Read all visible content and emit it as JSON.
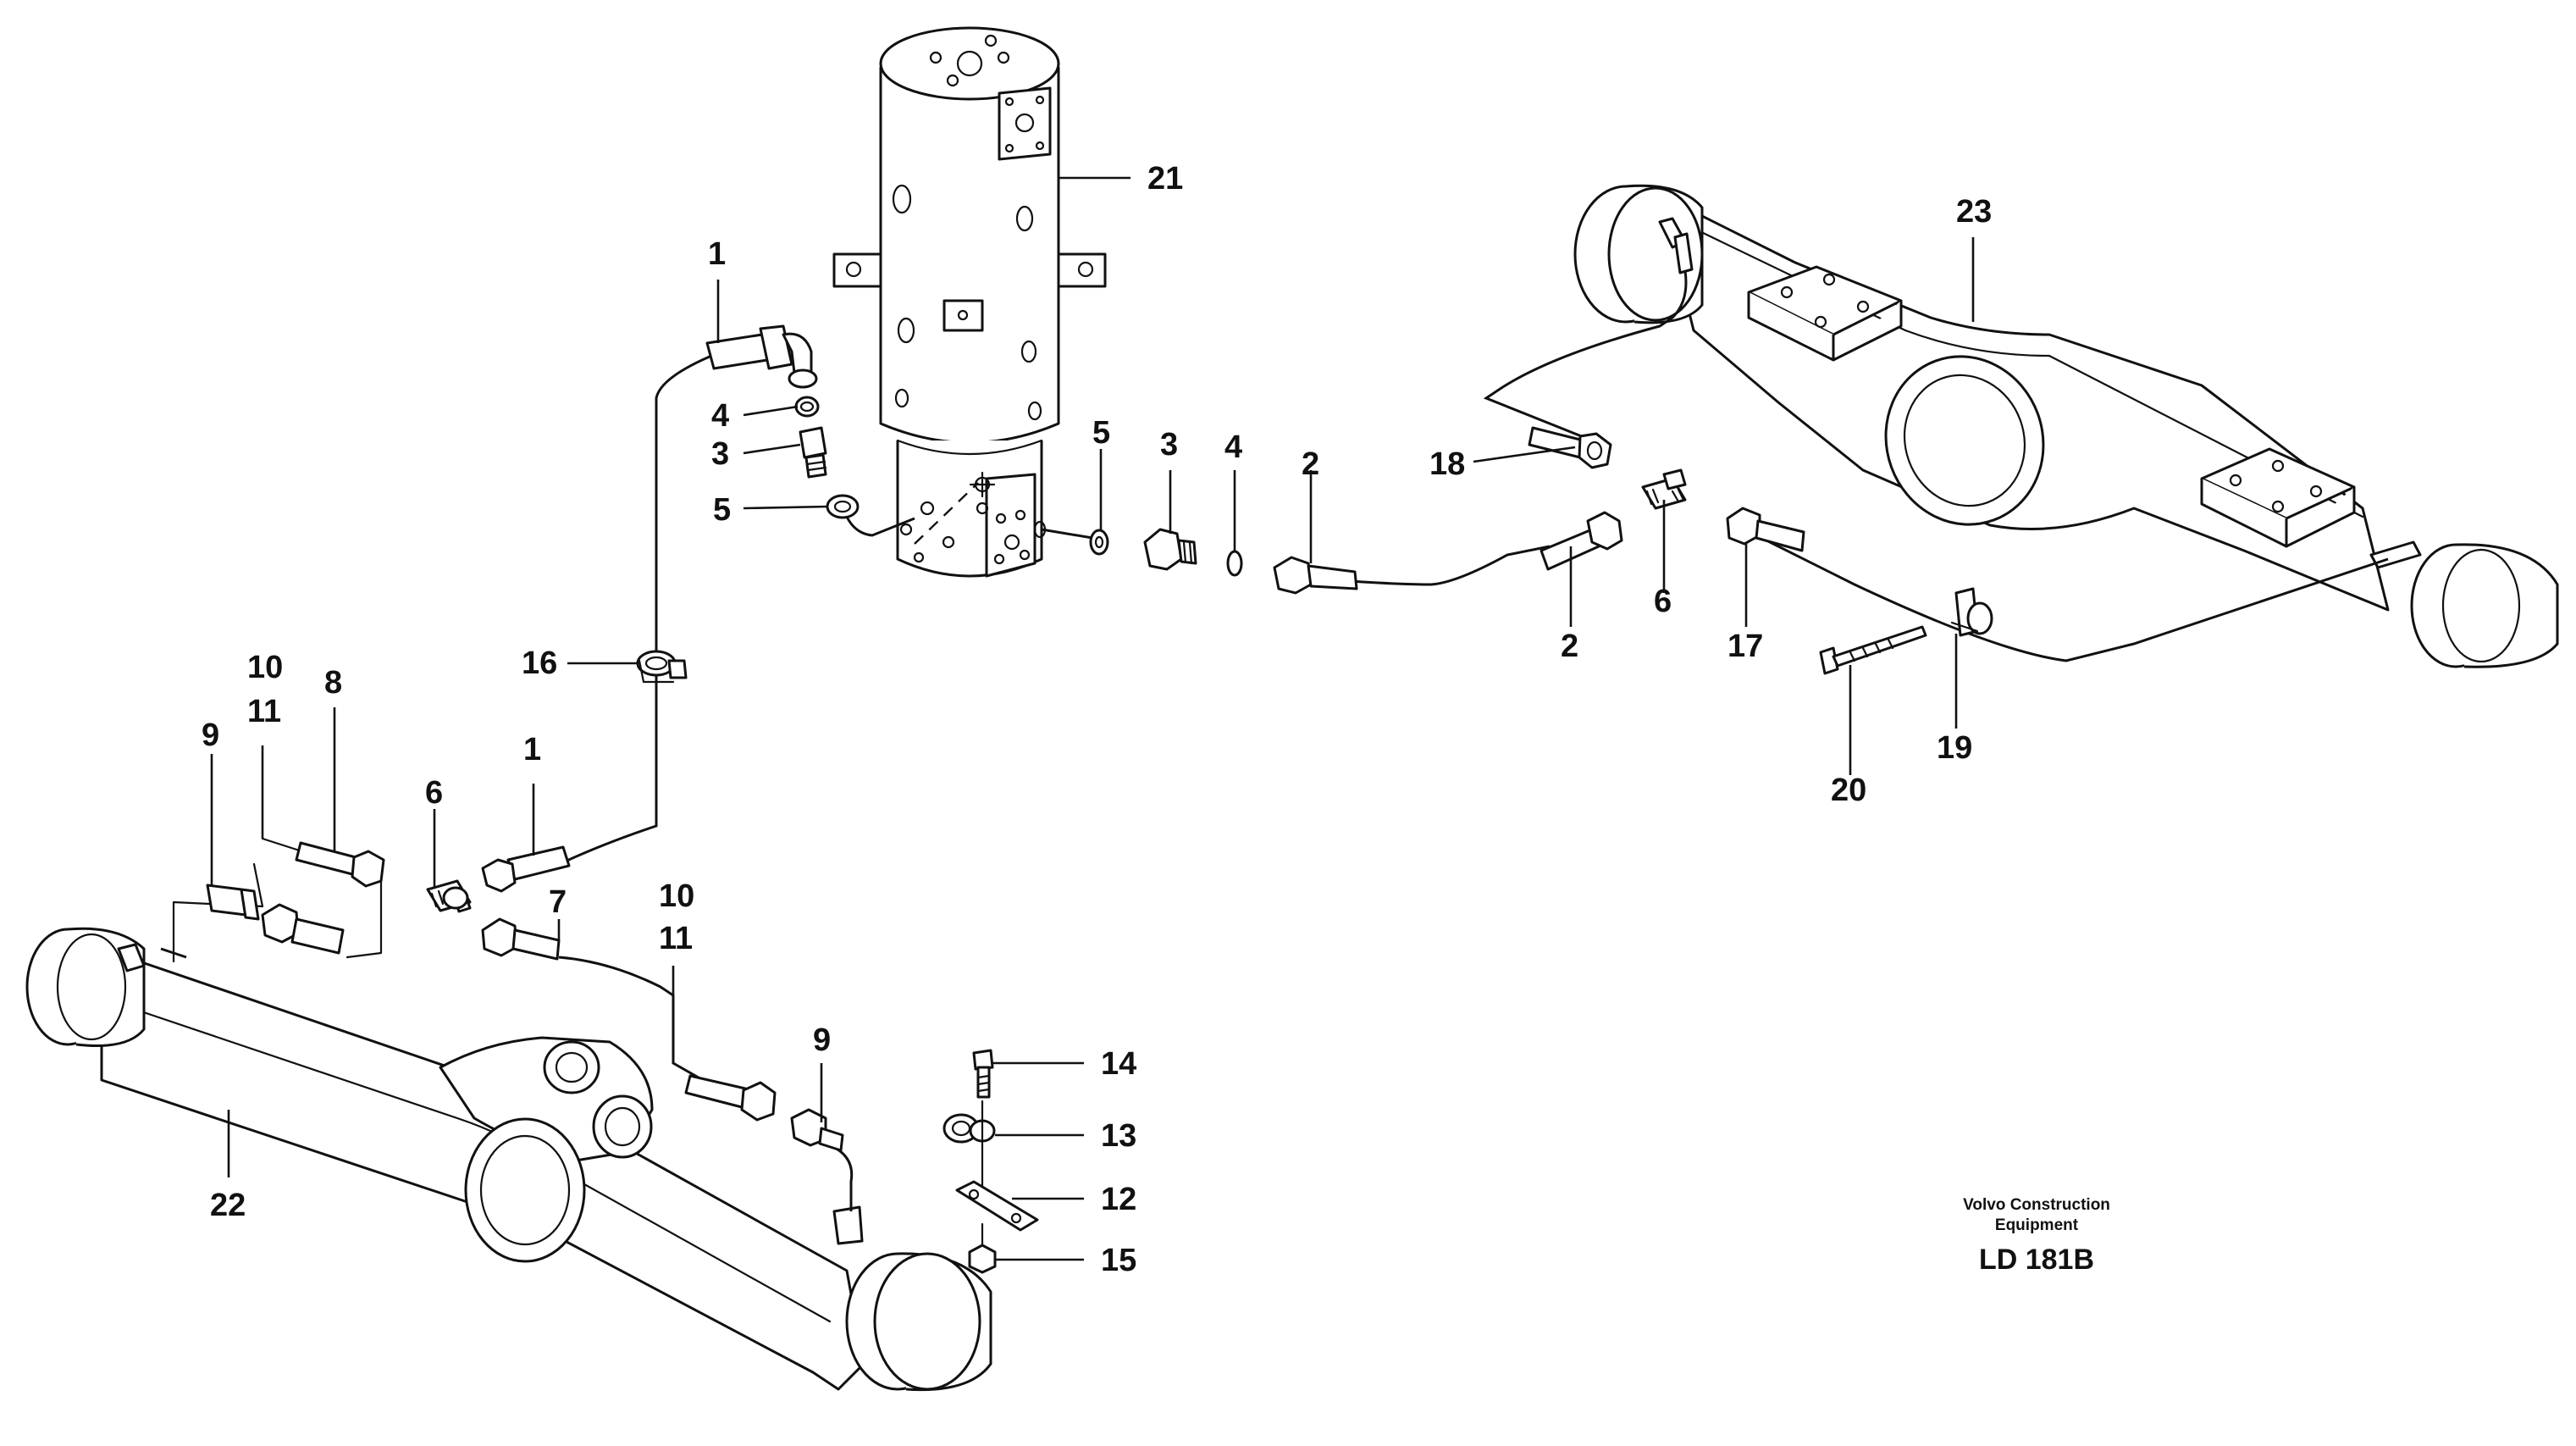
{
  "labels": {
    "l1a": "1",
    "l1b": "1",
    "l2a": "2",
    "l2b": "2",
    "l3a": "3",
    "l3b": "3",
    "l4a": "4",
    "l4b": "4",
    "l5a": "5",
    "l5b": "5",
    "l6a": "6",
    "l6b": "6",
    "l7": "7",
    "l8": "8",
    "l9a": "9",
    "l9b": "9",
    "l10a": "10",
    "l11a": "11",
    "l10b": "10",
    "l11b": "11",
    "l12": "12",
    "l13": "13",
    "l14": "14",
    "l15": "15",
    "l16": "16",
    "l17": "17",
    "l18": "18",
    "l19": "19",
    "l20": "20",
    "l21": "21",
    "l22": "22",
    "l23": "23"
  },
  "caption": {
    "line1": "Volvo Construction",
    "line2": "Equipment",
    "code": "LD 181B"
  }
}
